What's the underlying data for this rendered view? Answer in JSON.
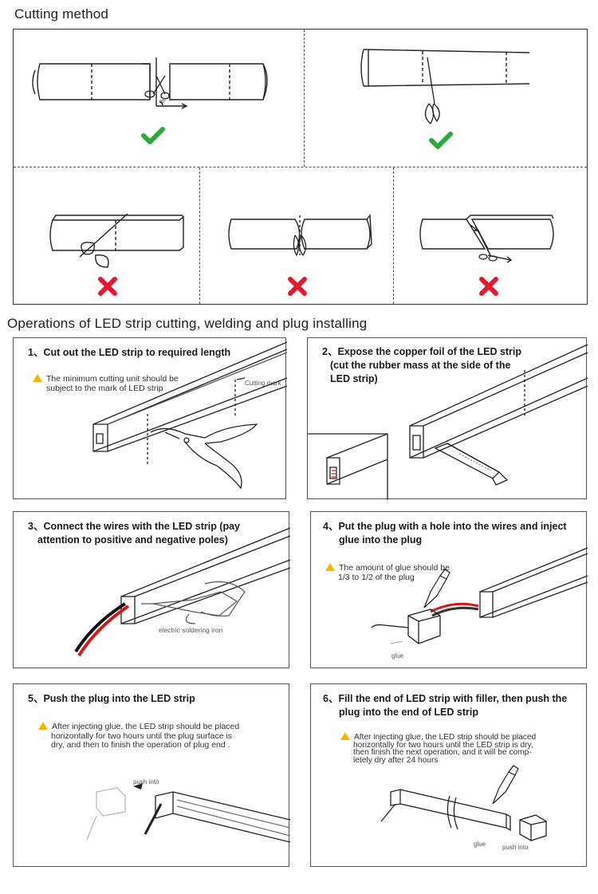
{
  "section1": {
    "title": "Cutting method"
  },
  "section2": {
    "title": "Operations of LED strip cutting, welding and plug installing"
  },
  "steps": [
    {
      "title": "1、Cut out the LED strip to required length",
      "note": "The minimum cutting unit should be subject to the mark of LED strip",
      "note_lines": [
        "The minimum cutting unit should be",
        "subject to the mark of LED strip"
      ],
      "label": "Cutting mark"
    },
    {
      "title_lines": [
        "2、Expose the copper foil of the LED strip",
        "(cut the rubber mass at the side of the",
        "LED strip)"
      ]
    },
    {
      "title_lines": [
        "3、Connect the wires with the LED strip (pay",
        "attention to positive and negative poles)"
      ],
      "label": "electric soldering iron"
    },
    {
      "title_lines": [
        "4、Put the plug with a hole into the wires and inject",
        "glue into the plug"
      ],
      "note_lines": [
        "The amount of glue should be",
        "1/3 to 1/2  of the plug"
      ],
      "label": "glue"
    },
    {
      "title": "5、Push the plug into the LED strip",
      "note_lines": [
        "After injecting glue, the LED strip should be placed",
        "horizontally for two hours until the plug surface is",
        "dry, and then to finish the operation of plug end ."
      ],
      "label": "push into"
    },
    {
      "title_lines": [
        "6、Fill the end of LED strip with filler, then push the",
        "plug into the end of LED strip"
      ],
      "note_lines": [
        "After injecting glue, the LED strip should be placed",
        "horizontally for two hours until the LED strip is dry,",
        "then finish the next operation, and it will be comp-",
        "letely dry after 24 hours"
      ],
      "label_glue": "glue",
      "label_push": "push into"
    }
  ],
  "colors": {
    "check": "#2eaa3c",
    "cross": "#e01b2f",
    "warning": "#f2b600",
    "wire_red": "#d11a1a"
  },
  "icons": [
    "check-icon",
    "cross-icon",
    "warning-icon",
    "scissors-icon",
    "utility-knife-icon",
    "soldering-iron-icon",
    "glue-tube-icon",
    "plug-icon"
  ]
}
